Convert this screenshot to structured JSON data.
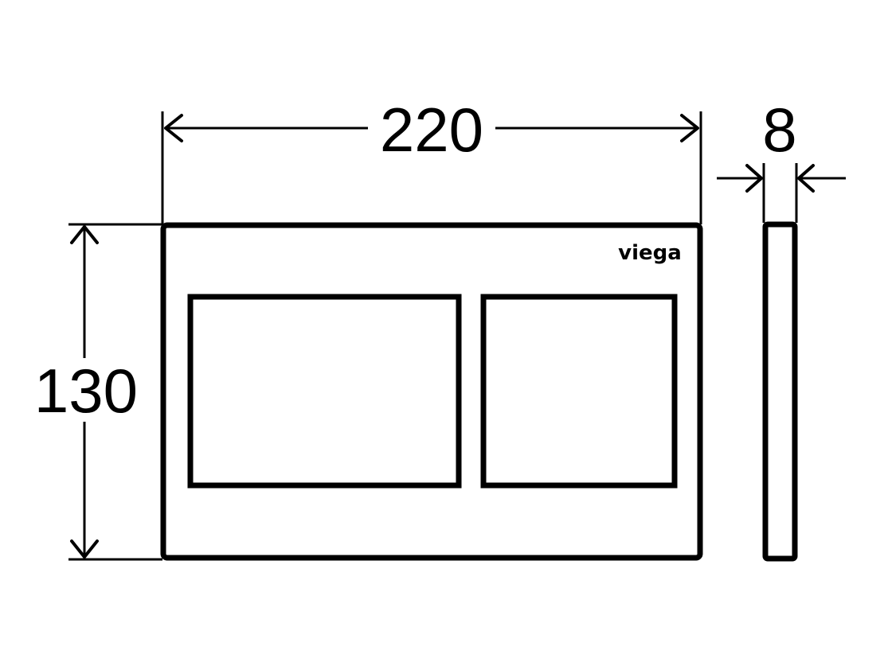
{
  "dimensions": {
    "width": "220",
    "height": "130",
    "depth": "8"
  },
  "plate": {
    "logo_text": "viega"
  },
  "buttons": [
    {
      "id": "large-flush-button"
    },
    {
      "id": "small-flush-button"
    }
  ],
  "colors": {
    "ink": "#000000",
    "background": "#ffffff"
  }
}
